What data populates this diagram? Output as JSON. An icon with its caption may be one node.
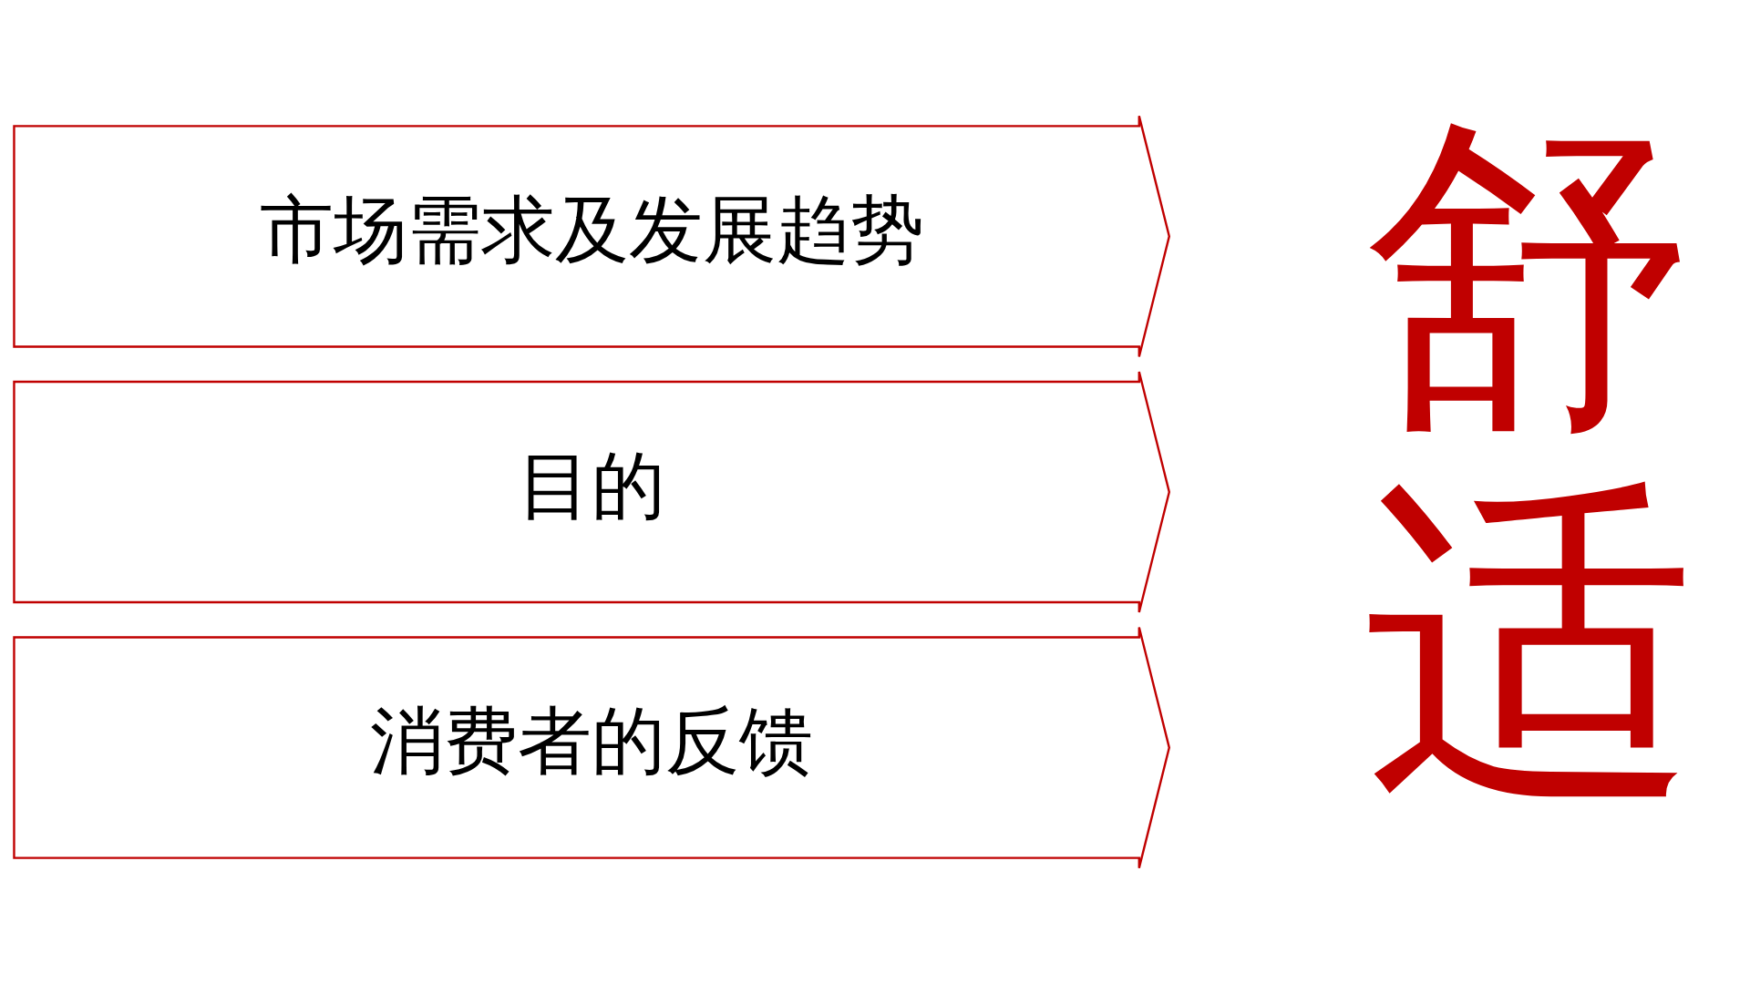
{
  "diagram": {
    "nodes": [
      {
        "text": [
          "市场需求及发展趋势"
        ]
      },
      {
        "text": [
          "目的"
        ]
      },
      {
        "text": [
          "消费者的反馈"
        ]
      }
    ],
    "labels": [
      "舒适"
    ]
  }
}
